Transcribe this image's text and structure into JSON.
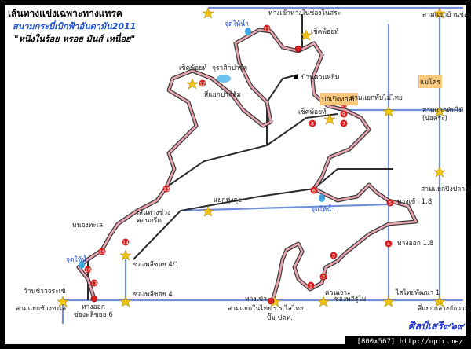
{
  "title": {
    "line1": "เส้นทางแข่งเฉพาะทางแทรค",
    "line2": "สนามกระบี่เบิกฟ้าอันดามัน2011",
    "line3": "\"หนึ่งในร้อย หรอย มันส์ เหนื่อย\""
  },
  "labels": {
    "entrance_top": "ทางเข้าทางในช่องโนสระ",
    "junction_top_right": "สามแยกบ้านช่อง",
    "water_top": "จุดให้น้ำ",
    "checkpoint_top": "เช็คพ้อยท์",
    "checkpoint_left": "เช็คพ้อยท์",
    "suratsiki": "จุราสิกปาร์ค",
    "left_junction": "สี่แยกปากล้ม",
    "ban_khao": "บ้านควนหยีม",
    "ban_kok_lap": "บ่อเปิดงกลบ",
    "junction_mai": "สามแยกทับไม้ไทย",
    "mangkon": "แม่โคร",
    "junction_tab": "สามแยกทับไม้\n(บ่อคระ)",
    "checkpoint_mid": "เช็คพ้อยท์",
    "junction_plai": "สามแยกปิงปลายตั้ง",
    "entrance_18": "ทางเข้า 1.8",
    "exit_18": "ทางออก 1.8",
    "junction_kong": "แยกทุ่งคุย",
    "water_mid": "จุดให้น้ำ",
    "route_choice": "เส้นทางช่วง\nคอนกรีต",
    "nong_sa": "หนองทะเล",
    "water_left": "จุดให้น้ำ",
    "soi41": "ซ่องพลีซอย 4/1",
    "soi4": "ซ่องพลีซอย 4",
    "wang_suay": "ว้านช้าวจระเข้",
    "junction_bottom_left": "สามแยกช้างทะเล",
    "exit_soi6": "ทางออก\nซ่องพลีซอย 6",
    "entrance_bottom": "ทางเข้า",
    "junction_bottom_mid": "สามแยกในไทย",
    "sor_tor": "ร.ร.ไสไทย",
    "pump": "ปั๊ม ปตท.",
    "kuan": "ควนเงาะ",
    "sanam": "ซ่องพลีรู้ไม่",
    "sai_thai": "ไสไทยพัฒนา 1",
    "junction_bottom_right": "สี่แยกกลางจักวาล"
  },
  "checkpoints": [
    "1",
    "2",
    "3",
    "4",
    "5",
    "6",
    "7",
    "8",
    "9",
    "10",
    "11",
    "12",
    "13",
    "14",
    "15",
    "16",
    "17"
  ],
  "brand": "ศิลป์เสรี๙๖๙",
  "footer": "[800x567] http://upic.me/",
  "colors": {
    "road": "#e7a3b0",
    "road_outline": "#3a3a3a",
    "grid_road": "#6f8fd8",
    "marker": "#d72020",
    "star": "#f1c40f",
    "water": "#43a6e0"
  }
}
